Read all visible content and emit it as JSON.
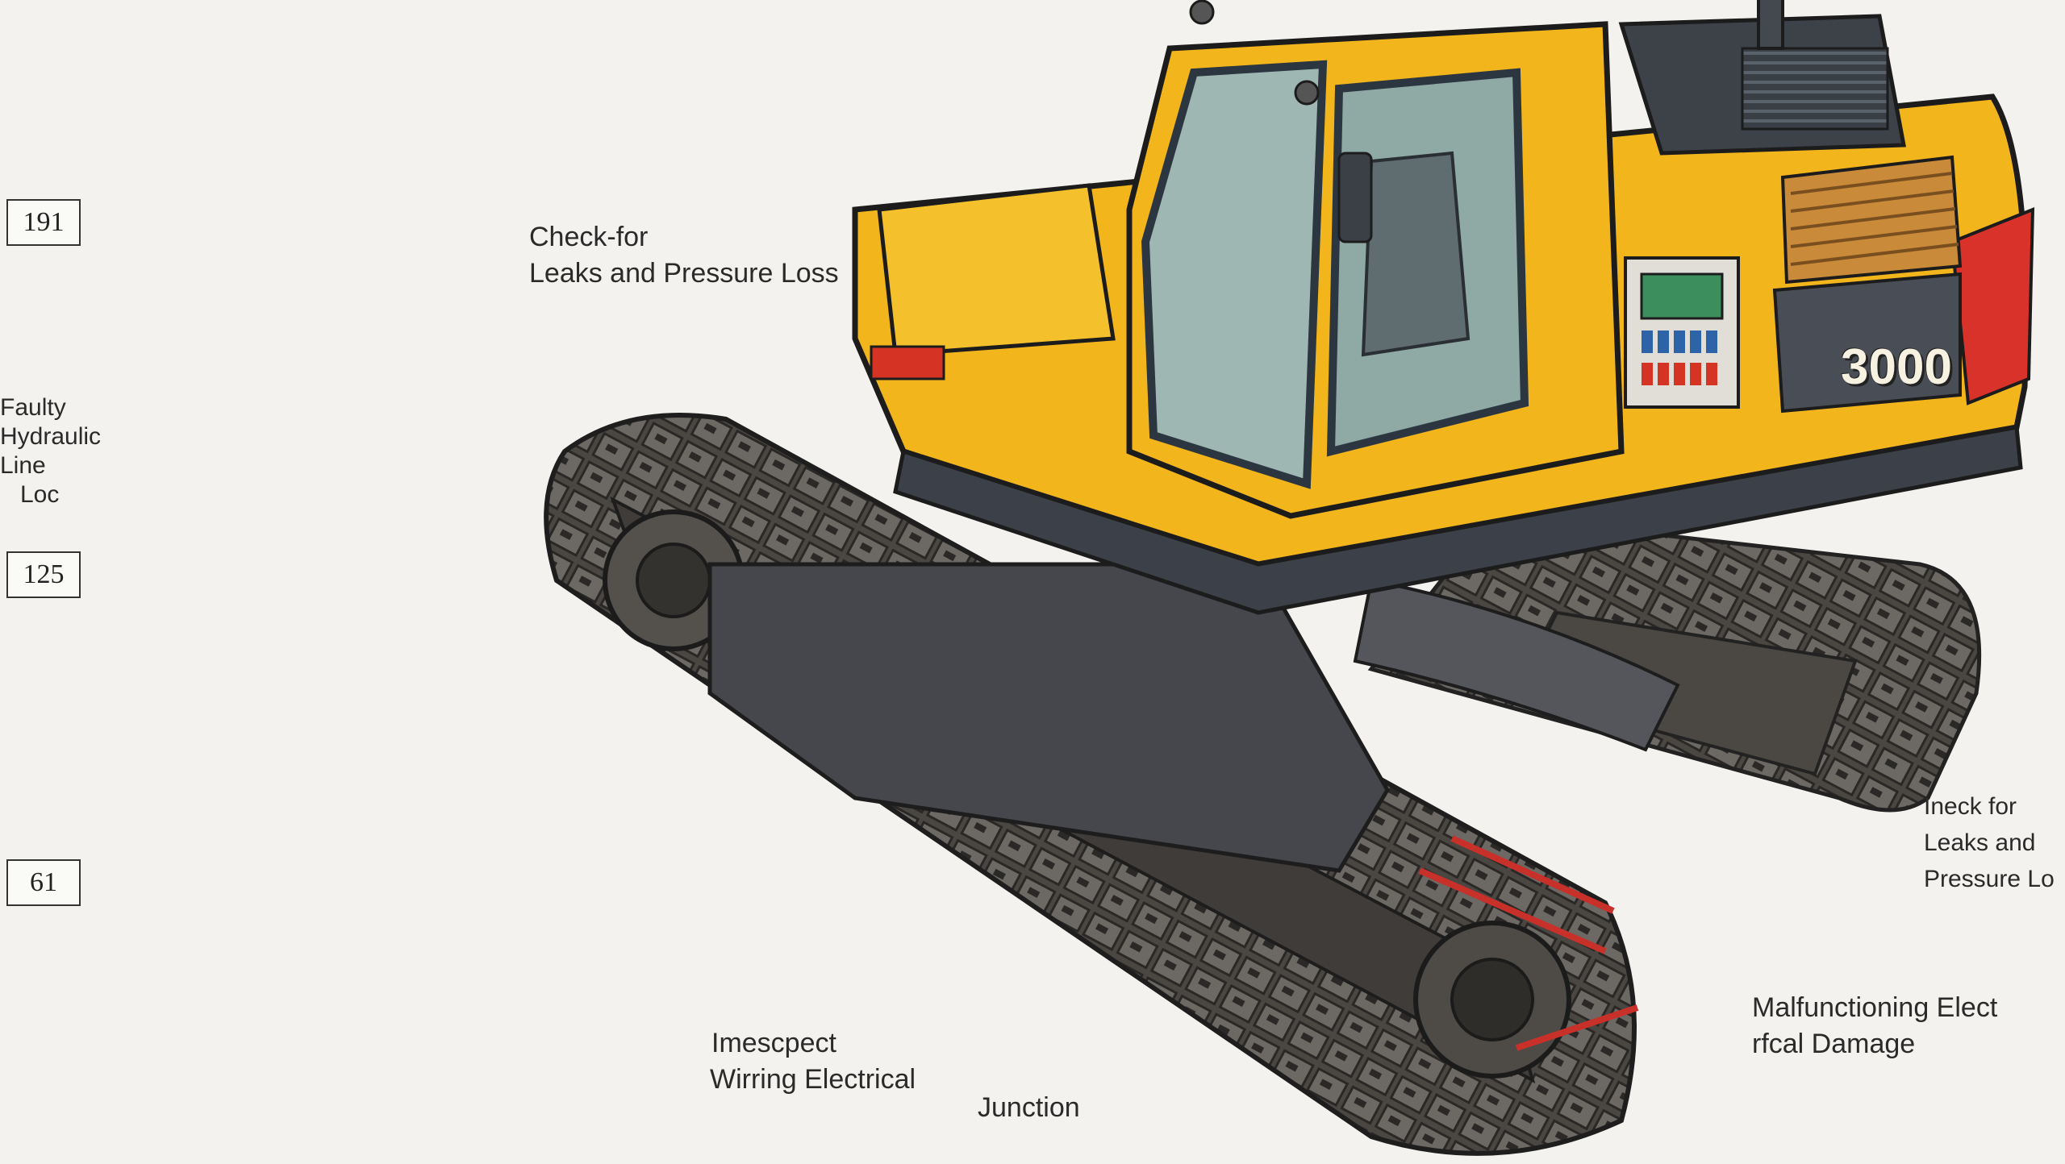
{
  "callouts": {
    "box_191": "191",
    "box_125": "125",
    "box_61": "61",
    "hydraulic_line": [
      "Faulty",
      "Hydraulic",
      "Line",
      "Loc"
    ],
    "check_top": [
      "Check-for",
      "Leaks and Pressure Loss"
    ],
    "check_right": [
      "Ineck for",
      "Leaks and",
      "Pressure Lo"
    ],
    "inspect": [
      "Imescpect",
      "Wirring Electrical"
    ],
    "junction": "Junction",
    "malfunction": [
      "Malfunctioning Elect",
      "rfcal Damage"
    ]
  },
  "machine": {
    "model_number": "3000",
    "body_color": "#f2b51c",
    "track_color": "#3d3a36",
    "wire_colors": [
      "#e3261e",
      "#1f6fc4",
      "#f2c21c",
      "#2f9b3a"
    ]
  }
}
